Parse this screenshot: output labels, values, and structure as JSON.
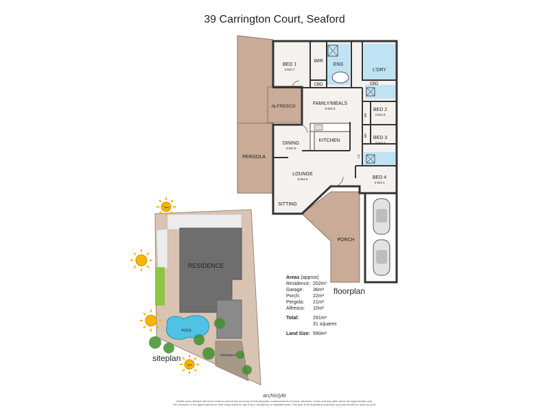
{
  "title": "39 Carrington Court, Seaford",
  "floorplan": {
    "caption": "floorplan",
    "rooms": {
      "bed1": {
        "name": "BED 1",
        "dims": "3.5x3.7"
      },
      "wir": {
        "name": "WIR"
      },
      "ens": {
        "name": "ENS"
      },
      "ldry": {
        "name": "L'DRY"
      },
      "cbd_ens": {
        "name": "CBD"
      },
      "cbd_ldry": {
        "name": "CBD"
      },
      "alfresco": {
        "name": "ALFRESCO"
      },
      "family": {
        "name": "FAMILY/MEALS",
        "dims": "5.6x3.3"
      },
      "bed2": {
        "name": "BED 2",
        "dims": "2.5x3.3"
      },
      "bed3": {
        "name": "BED 3",
        "dims": "2.5x3.3"
      },
      "bed4": {
        "name": "BED 4",
        "dims": "2.9x3.1"
      },
      "kitchen": {
        "name": "KITCHEN"
      },
      "dining": {
        "name": "DINING",
        "dims": "3.9x2.5"
      },
      "pergola": {
        "name": "PERGOLA"
      },
      "lounge": {
        "name": "LOUNGE",
        "dims": "5.5x4.5"
      },
      "sitting": {
        "name": "SITTING"
      },
      "porch": {
        "name": "PORCH"
      }
    },
    "closet_labels": {
      "br1": "BR",
      "br2": "BR",
      "lc": "LC"
    }
  },
  "siteplan": {
    "caption": "siteplan",
    "residence": "RESIDENCE",
    "pool": "POOL",
    "driveway": "DRIVEWAY",
    "sun_top": "7am",
    "sun_bottom": "7pm"
  },
  "areas": {
    "heading": "Areas",
    "heading_note": "(approx)",
    "rows": [
      {
        "label": "Residence:",
        "value": "202m²"
      },
      {
        "label": "Garage:",
        "value": "36m²"
      },
      {
        "label": "Porch:",
        "value": "22m²"
      },
      {
        "label": "Pergola:",
        "value": "21m²"
      },
      {
        "label": "Alfresco:",
        "value": "10m²"
      }
    ],
    "total_label": "Total:",
    "total_value": "291m²",
    "total_squares": "31 squares",
    "land_label": "Land Size:",
    "land_value": "590m²"
  },
  "brand": "archistyle",
  "disclaimer_1": "Whilst every attempt has been made to ensure the accuracy of this floorplan, measurements of doors, windows, rooms and any other items are approximate only.",
  "disclaimer_2": "The producer or the agent cannot be held responsible for any errors, omissions or misstatements. This plan is for illustrative purposes only and should be used as such.",
  "colors": {
    "outdoor": "#c9ab97",
    "floor": "#f4f1ee",
    "wet": "#bfe3f2",
    "roof": "#6e6e6e",
    "grass": "#8dc63f",
    "sun": "#f7b500"
  }
}
